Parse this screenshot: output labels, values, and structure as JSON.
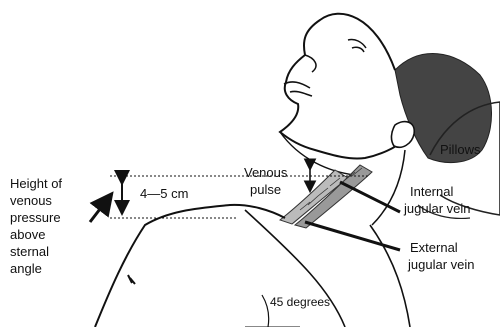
{
  "labels": {
    "height_label": [
      "Height of",
      "venous",
      "pressure",
      "above",
      "sternal",
      "angle"
    ],
    "measurement": "4—5 cm",
    "venous_pulse": [
      "Venous",
      "pulse"
    ],
    "pillows": "Pillows",
    "internal_jugular": [
      "Internal",
      "jugular vein"
    ],
    "external_jugular": [
      "External",
      "jugular vein"
    ],
    "angle": "45 degrees"
  }
}
